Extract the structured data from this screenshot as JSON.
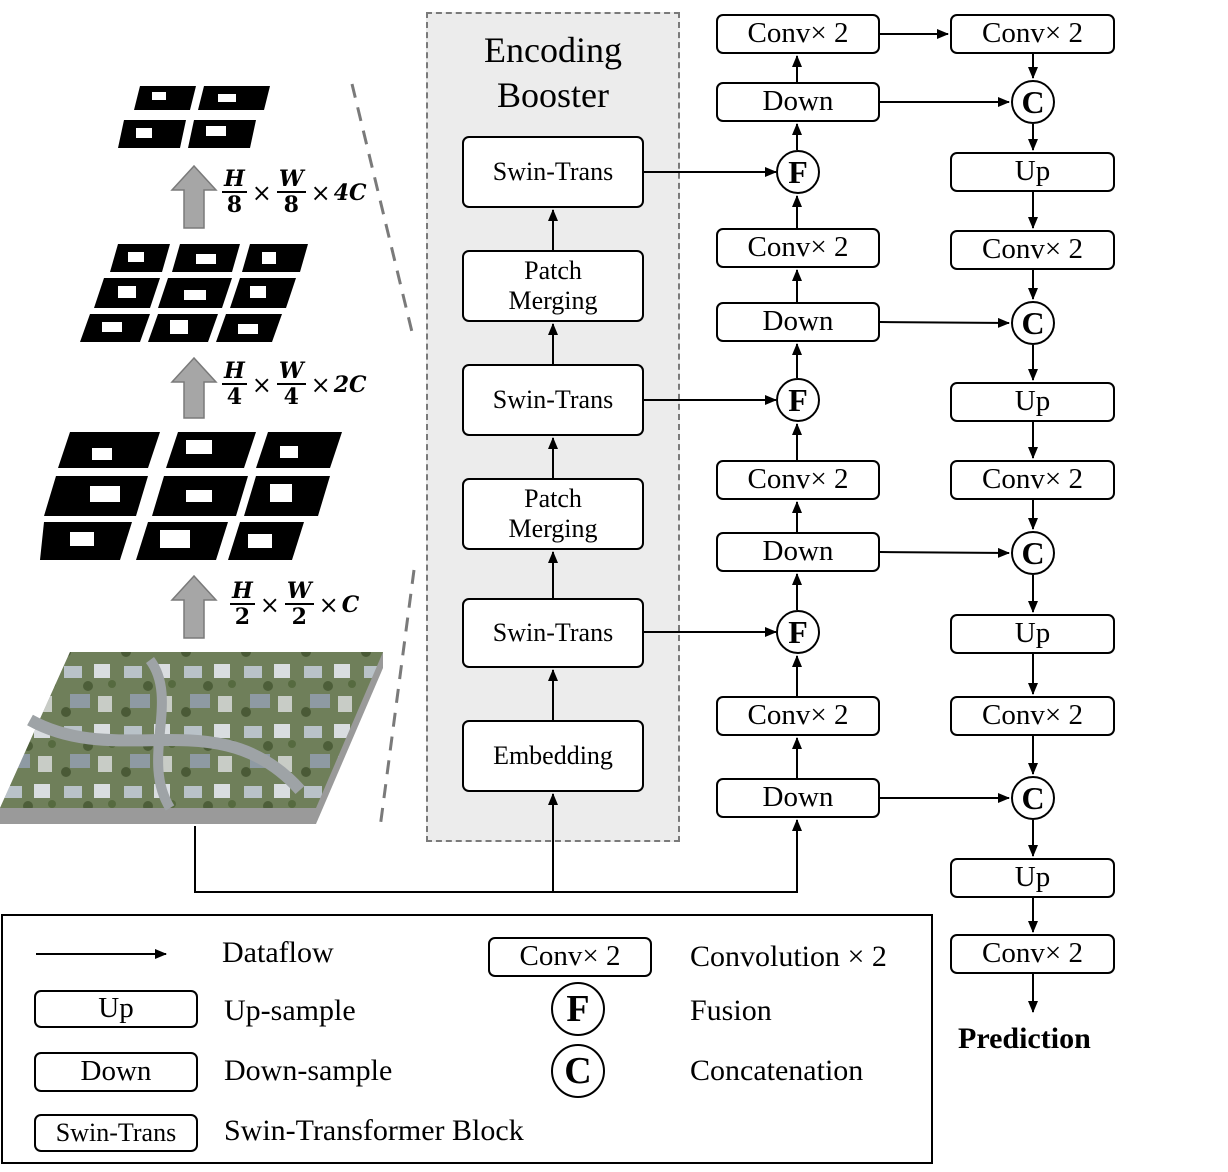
{
  "booster": {
    "title_line1": "Encoding",
    "title_line2": "Booster"
  },
  "encoder": {
    "swin_label": "Swin-Trans",
    "patch_line1": "Patch",
    "patch_line2": "Merging",
    "embedding_label": "Embedding"
  },
  "cnn": {
    "conv_label": "Conv× 2",
    "down_label": "Down",
    "up_label": "Up",
    "fusion_symbol": "F",
    "concat_symbol": "C"
  },
  "dims": {
    "level1": {
      "h": "H",
      "hd": "2",
      "w": "W",
      "wd": "2",
      "c": "C",
      "times": "×"
    },
    "level2": {
      "h": "H",
      "hd": "4",
      "w": "W",
      "wd": "4",
      "c": "2C",
      "times": "×"
    },
    "level3": {
      "h": "H",
      "hd": "8",
      "w": "W",
      "wd": "8",
      "c": "4C",
      "times": "×"
    }
  },
  "output": {
    "prediction": "Prediction"
  },
  "legend": {
    "dataflow": "Dataflow",
    "conv_box": "Conv× 2",
    "conv_desc": "Convolution × 2",
    "up_box": "Up",
    "up_desc": "Up-sample",
    "fusion_symbol": "F",
    "fusion_desc": "Fusion",
    "down_box": "Down",
    "down_desc": "Down-sample",
    "concat_symbol": "C",
    "concat_desc": "Concatenation",
    "swin_box": "Swin-Trans",
    "swin_desc": "Swin-Transformer Block"
  },
  "colors": {
    "booster_bg": "#ececec",
    "booster_border": "#7a7a7a",
    "arrow_gray": "#a6a6a6"
  }
}
